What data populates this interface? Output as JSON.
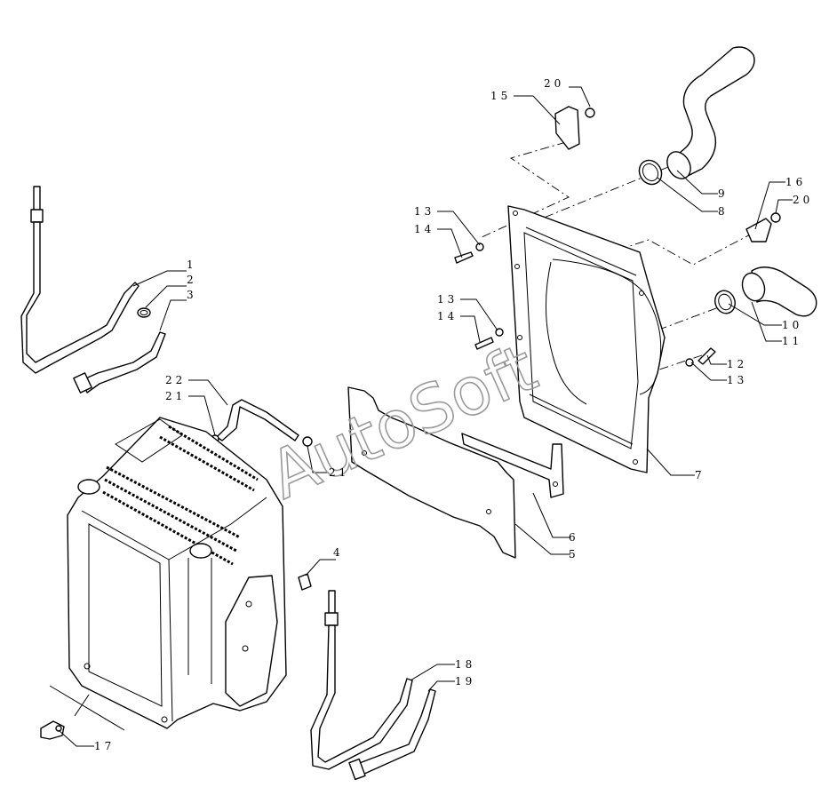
{
  "watermark": "AutoSoft",
  "callouts": [
    {
      "id": "c1",
      "text": "1"
    },
    {
      "id": "c2",
      "text": "2"
    },
    {
      "id": "c3",
      "text": "3"
    },
    {
      "id": "c4",
      "text": "4"
    },
    {
      "id": "c5",
      "text": "5"
    },
    {
      "id": "c6",
      "text": "6"
    },
    {
      "id": "c7",
      "text": "7"
    },
    {
      "id": "c8",
      "text": "8"
    },
    {
      "id": "c9",
      "text": "9"
    },
    {
      "id": "c10",
      "text": "10"
    },
    {
      "id": "c11",
      "text": "11"
    },
    {
      "id": "c12",
      "text": "12"
    },
    {
      "id": "c13a",
      "text": "13"
    },
    {
      "id": "c13b",
      "text": "13"
    },
    {
      "id": "c13c",
      "text": "13"
    },
    {
      "id": "c14a",
      "text": "14"
    },
    {
      "id": "c14b",
      "text": "14"
    },
    {
      "id": "c15",
      "text": "15"
    },
    {
      "id": "c16",
      "text": "16"
    },
    {
      "id": "c17",
      "text": "17"
    },
    {
      "id": "c18",
      "text": "18"
    },
    {
      "id": "c19",
      "text": "19"
    },
    {
      "id": "c20a",
      "text": "20"
    },
    {
      "id": "c20b",
      "text": "20"
    },
    {
      "id": "c21a",
      "text": "21"
    },
    {
      "id": "c21b",
      "text": "21"
    },
    {
      "id": "c22",
      "text": "22"
    }
  ]
}
